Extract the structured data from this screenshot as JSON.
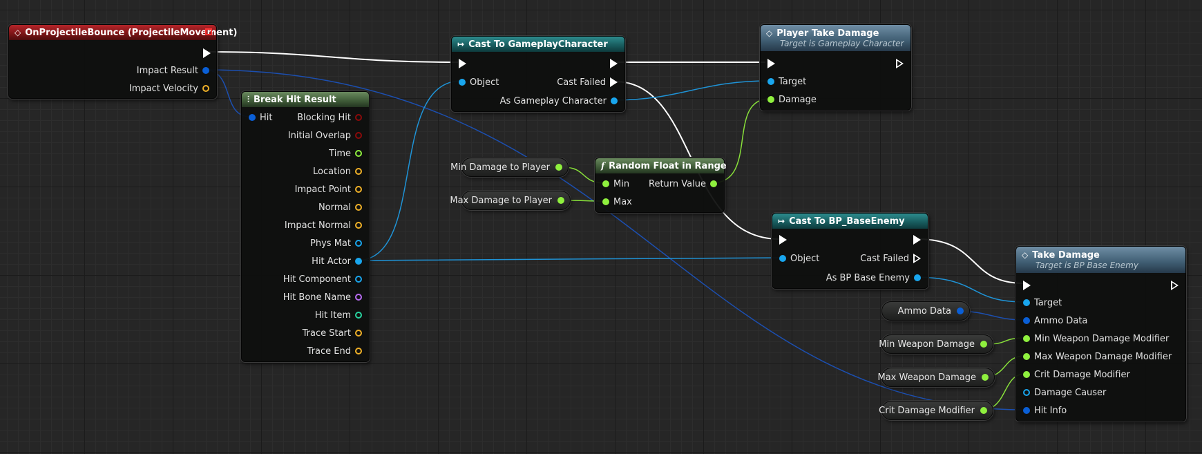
{
  "colors": {
    "exec": "#ffffff",
    "struct": "#0a5fd6",
    "object": "#19a6ee",
    "float": "#8ff03e",
    "bool": "#8b0a0a",
    "vector": "#f0b128",
    "name": "#b86cf2",
    "integer": "#28d4a0",
    "wire_struct": "#1c4fb0",
    "wire_object": "#1f93d6",
    "wire_float": "#88e03a"
  },
  "nodes": {
    "event": {
      "title": "OnProjectileBounce (ProjectileMovement)",
      "icon": "event-diamond-icon",
      "pins": {
        "impact_result": "Impact Result",
        "impact_velocity": "Impact Velocity"
      }
    },
    "break_hit": {
      "title": "Break Hit Result",
      "icon": "break-struct-icon",
      "input": "Hit",
      "outputs": [
        "Blocking Hit",
        "Initial Overlap",
        "Time",
        "Location",
        "Impact Point",
        "Normal",
        "Impact Normal",
        "Phys Mat",
        "Hit Actor",
        "Hit Component",
        "Hit Bone Name",
        "Hit Item",
        "Trace Start",
        "Trace End"
      ]
    },
    "cast_gameplay": {
      "title": "Cast To GameplayCharacter",
      "icon": "cast-arrow-icon",
      "object": "Object",
      "cast_failed": "Cast Failed",
      "as_output": "As Gameplay Character"
    },
    "player_take_damage": {
      "title": "Player Take Damage",
      "subtitle": "Target is Gameplay Character",
      "icon": "function-diamond-icon",
      "target": "Target",
      "damage": "Damage"
    },
    "random_float": {
      "title": "Random Float in Range",
      "icon": "function-f-icon",
      "min": "Min",
      "max": "Max",
      "return_value": "Return Value"
    },
    "cast_enemy": {
      "title": "Cast To BP_BaseEnemy",
      "icon": "cast-arrow-icon",
      "object": "Object",
      "cast_failed": "Cast Failed",
      "as_output": "As BP Base Enemy"
    },
    "take_damage": {
      "title": "Take Damage",
      "subtitle": "Target is BP Base Enemy",
      "icon": "function-diamond-icon",
      "inputs": [
        "Target",
        "Ammo Data",
        "Min Weapon Damage Modifier",
        "Max Weapon Damage Modifier",
        "Crit Damage Modifier",
        "Damage Causer",
        "Hit Info"
      ]
    }
  },
  "variables": {
    "min_damage_player": "Min Damage to Player",
    "max_damage_player": "Max Damage to Player",
    "ammo_data": "Ammo Data",
    "min_weapon_damage": "Min Weapon Damage",
    "max_weapon_damage": "Max Weapon Damage",
    "crit_damage_modifier": "Crit Damage Modifier"
  }
}
